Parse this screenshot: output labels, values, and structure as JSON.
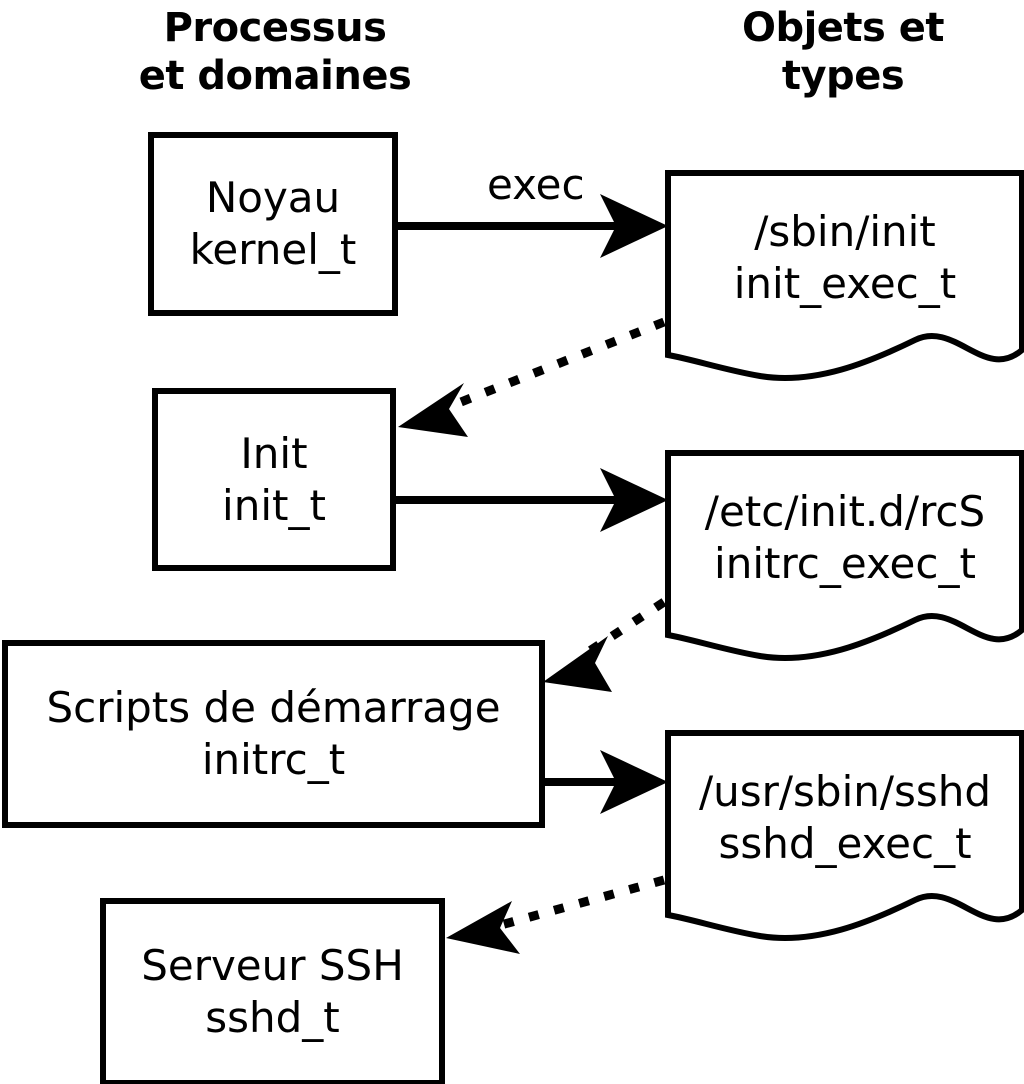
{
  "diagram": {
    "title_columns": {
      "left": "Processus\net domaines",
      "right": "Objets et\ntypes"
    },
    "process_nodes": [
      {
        "id": "kernel",
        "line1": "Noyau",
        "line2": "kernel_t"
      },
      {
        "id": "init",
        "line1": "Init",
        "line2": "init_t"
      },
      {
        "id": "initrc",
        "line1": "Scripts de démarrage",
        "line2": "initrc_t"
      },
      {
        "id": "sshd",
        "line1": "Serveur SSH",
        "line2": "sshd_t"
      }
    ],
    "object_nodes": [
      {
        "id": "init_exec",
        "line1": "/sbin/init",
        "line2": "init_exec_t"
      },
      {
        "id": "initrc_exec",
        "line1": "/etc/init.d/rcS",
        "line2": "initrc_exec_t"
      },
      {
        "id": "sshd_exec",
        "line1": "/usr/sbin/sshd",
        "line2": "sshd_exec_t"
      }
    ],
    "edges": [
      {
        "id": "kernel-exec-init_exec",
        "label": "exec",
        "style": "solid",
        "from": "kernel",
        "to": "init_exec"
      },
      {
        "id": "init_exec-transition-init",
        "label": "",
        "style": "dotted",
        "from": "init_exec",
        "to": "init"
      },
      {
        "id": "init-exec-initrc_exec",
        "label": "",
        "style": "solid",
        "from": "init",
        "to": "initrc_exec"
      },
      {
        "id": "initrc_exec-transition-initrc",
        "label": "",
        "style": "dotted",
        "from": "initrc_exec",
        "to": "initrc"
      },
      {
        "id": "initrc-exec-sshd_exec",
        "label": "",
        "style": "solid",
        "from": "initrc",
        "to": "sshd_exec"
      },
      {
        "id": "sshd_exec-transition-sshd",
        "label": "",
        "style": "dotted",
        "from": "sshd_exec",
        "to": "sshd"
      }
    ],
    "colors": {
      "stroke": "#000000",
      "fill": "#ffffff",
      "text": "#000000"
    }
  }
}
